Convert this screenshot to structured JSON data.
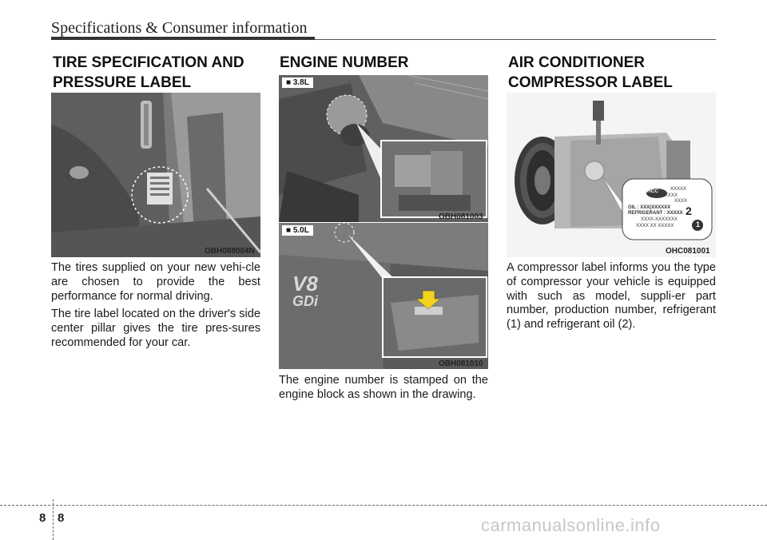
{
  "header": {
    "title": "Specifications & Consumer information"
  },
  "left": {
    "heading_line1": "TIRE SPECIFICATION AND",
    "heading_line2": "PRESSURE LABEL",
    "photo_caption": "OBH088004N",
    "para1": "The tires supplied on your new vehi-cle are chosen to provide the best performance for normal driving.",
    "para2": "The tire label located on the driver's side center pillar gives the tire pres-sures recommended for your car."
  },
  "middle": {
    "heading": "ENGINE NUMBER",
    "photo1_tag": "■ 3.8L",
    "photo1_caption": "OBH081003",
    "photo2_tag": "■ 5.0L",
    "photo2_caption": "OBH081010",
    "engine_logo_v8": "V8",
    "engine_logo_gdi": "GDi",
    "para": "The engine number is stamped on the engine block as shown in the drawing."
  },
  "right": {
    "heading_line1": "AIR CONDITIONER",
    "heading_line2": "COMPRESSOR LABEL",
    "photo_caption": "OHC081001",
    "label_brand": "HCC",
    "label_lines": [
      "XXXXX",
      "XXXX",
      "XXXX",
      "OIL : XXX(XXXXXX",
      "REFRIGERANT : XXXXX",
      "XXXX-XXXXXXX",
      "XXXX XX XXXXX"
    ],
    "callout_1": "1",
    "callout_2": "2",
    "para": "A compressor label informs you the type of compressor your vehicle is equipped with such as model, suppli-er part number, production number, refrigerant (1) and refrigerant oil (2)."
  },
  "footer": {
    "page_left": "8",
    "page_right": "8",
    "watermark": "carmanualsonline.info"
  }
}
